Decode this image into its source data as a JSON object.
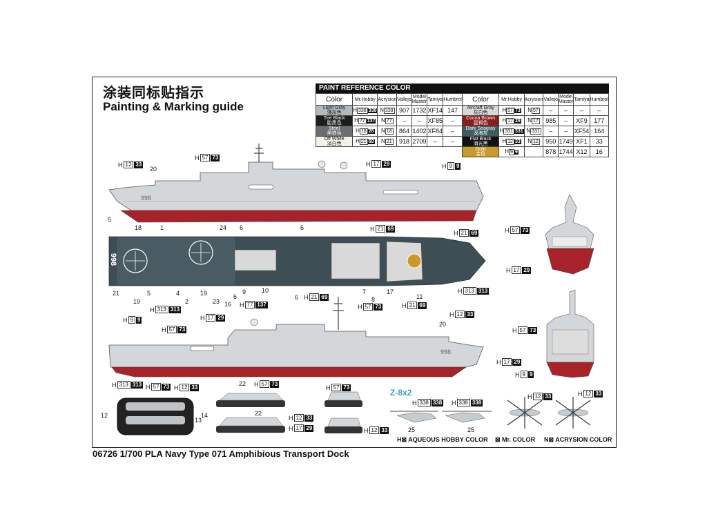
{
  "title_cn": "涂装同标贴指示",
  "title_en": "Painting & Marking guide",
  "footer": "06726 1/700 PLA Navy Type 071 Amphibious Transport Dock",
  "paint_reference": {
    "heading": "PAINT REFERENCE COLOR",
    "columns": [
      "Color",
      "Mr.Hobby",
      "Acrysion",
      "Vallejo",
      "Model Master",
      "Tamiya",
      "Humbrol"
    ],
    "left": [
      {
        "name": "Light Gray",
        "cn": "淺灰色",
        "swatch": "#b4b9bd",
        "h": "338",
        "m": "338",
        "n": "338",
        "vallejo": "907",
        "mm": "1732",
        "tamiya": "XF14",
        "humbrol": "147"
      },
      {
        "name": "Tire Black",
        "cn": "胎黑色",
        "swatch": "#1c1c1c",
        "h": "77",
        "m": "137",
        "n": "77",
        "vallejo": "–",
        "mm": "–",
        "tamiya": "XF85",
        "humbrol": "–"
      },
      {
        "name": "Steel",
        "cn": "黑铁色",
        "swatch": "#6a6e70",
        "h": "18",
        "m": "28",
        "n": "18",
        "vallejo": "864",
        "mm": "1402",
        "tamiya": "XF84",
        "humbrol": "–"
      },
      {
        "name": "Off White",
        "cn": "淡白色",
        "swatch": "#f3f1e8",
        "h": "21",
        "m": "69",
        "n": "21",
        "vallejo": "918",
        "mm": "2709",
        "tamiya": "–",
        "humbrol": "–"
      }
    ],
    "right": [
      {
        "name": "Aircraft Gray",
        "cn": "灰白色",
        "swatch": "#d9d9d9",
        "h": "57",
        "m": "73",
        "n": "57",
        "vallejo": "–",
        "mm": "–",
        "tamiya": "–",
        "humbrol": "–"
      },
      {
        "name": "Cocoa Brown",
        "cn": "鼠褐色",
        "swatch": "#8c1c1c",
        "h": "17",
        "m": "29",
        "n": "17",
        "vallejo": "985",
        "mm": "–",
        "tamiya": "XF9",
        "humbrol": "177"
      },
      {
        "name": "Dark Seagray",
        "cn": "深海灰",
        "swatch": "#3e5b63",
        "h": "331",
        "m": "331",
        "n": "331",
        "vallejo": "–",
        "mm": "–",
        "tamiya": "XF54",
        "humbrol": "164"
      },
      {
        "name": "Flat Black",
        "cn": "消光黑",
        "swatch": "#111111",
        "h": "12",
        "m": "33",
        "n": "12",
        "vallejo": "950",
        "mm": "1749",
        "tamiya": "XF1",
        "humbrol": "33"
      },
      {
        "name": "Gold",
        "cn": "金色",
        "swatch": "#c99a2a",
        "h": "9",
        "m": "9",
        "n": "",
        "vallejo": "878",
        "mm": "1744",
        "tamiya": "X12",
        "humbrol": "16"
      }
    ]
  },
  "colors": {
    "hull_gray": "#d4d7d9",
    "hull_red": "#a8222a",
    "deck": "#3d4e55",
    "sheet_border": "#222222"
  },
  "callouts": {
    "h12_33": {
      "n": "12",
      "m": "33"
    },
    "h57_73": {
      "n": "57",
      "m": "73"
    },
    "h17_29": {
      "n": "17",
      "m": "29"
    },
    "h9_9": {
      "n": "9",
      "m": "9"
    },
    "h21_69": {
      "n": "21",
      "m": "69"
    },
    "h313_313": {
      "n": "313",
      "m": "313"
    },
    "h77_137": {
      "n": "77",
      "m": "137"
    },
    "h338_338": {
      "n": "338",
      "m": "338"
    }
  },
  "hull_number": "998",
  "part_numbers": [
    "20",
    "5",
    "18",
    "1",
    "24",
    "6",
    "6",
    "21",
    "19",
    "5",
    "4",
    "2",
    "19",
    "23",
    "16",
    "6",
    "9",
    "10",
    "6",
    "7",
    "8",
    "17",
    "11",
    "20",
    "22",
    "22",
    "12",
    "13",
    "14",
    "25",
    "25"
  ],
  "z8": "Z-8x2",
  "legend": {
    "h": "H",
    "h_text": "AQUEOUS HOBBY COLOR",
    "m": "Mr. COLOR",
    "n": "N",
    "n_text": "ACRYSION COLOR"
  }
}
